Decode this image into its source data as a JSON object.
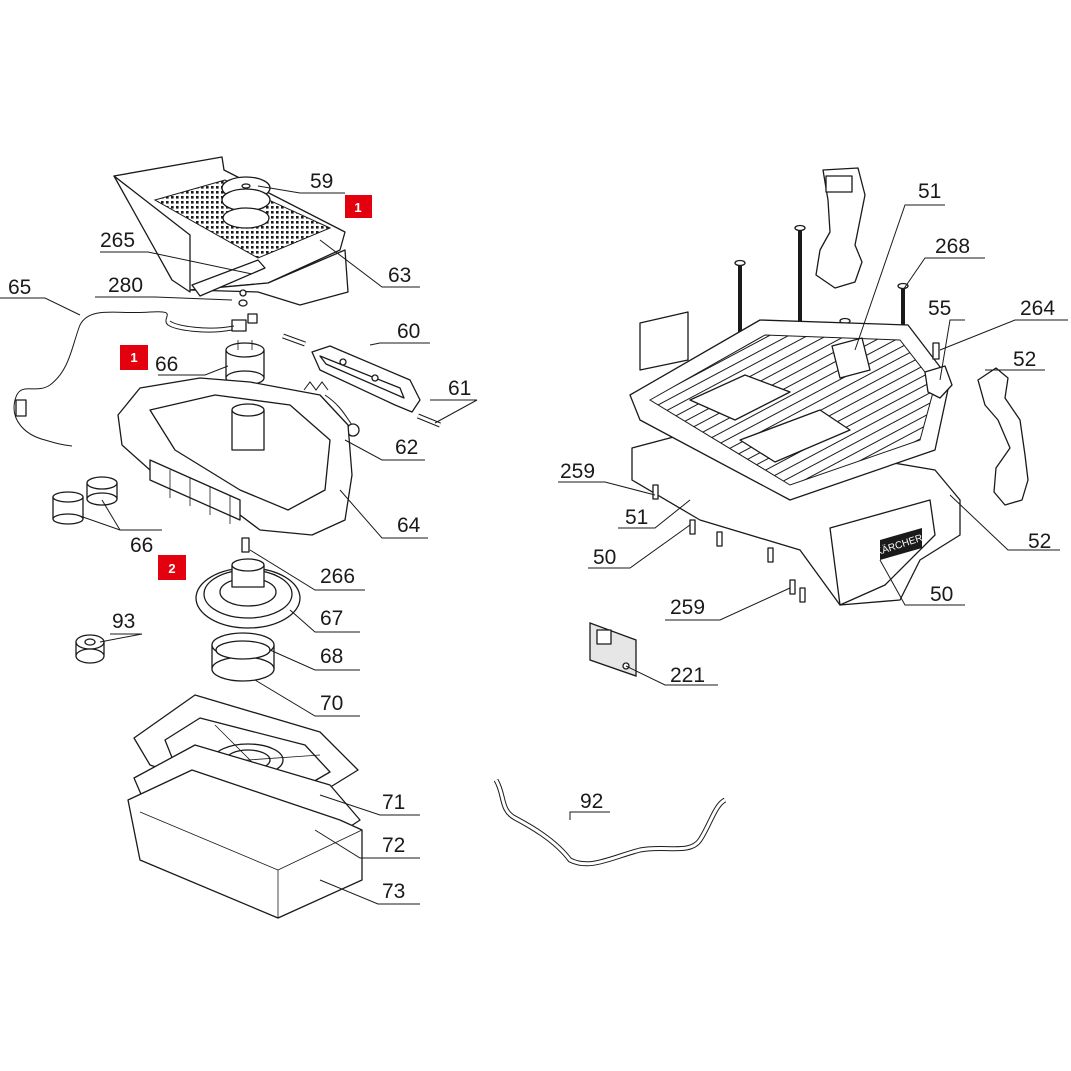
{
  "colors": {
    "line": "#1a1a1a",
    "marker": "#e3000f",
    "background": "#ffffff"
  },
  "markers": [
    "1",
    "1",
    "2"
  ],
  "labels": {
    "l59": "59",
    "l265": "265",
    "l63": "63",
    "l280": "280",
    "l65": "65",
    "l60": "60",
    "l66a": "66",
    "l61": "61",
    "l62": "62",
    "l64": "64",
    "l66b": "66",
    "l266": "266",
    "l67": "67",
    "l68": "68",
    "l93": "93",
    "l70": "70",
    "l71": "71",
    "l72": "72",
    "l73": "73",
    "l92": "92",
    "l51a": "51",
    "l268": "268",
    "l55": "55",
    "l264": "264",
    "l52a": "52",
    "l259a": "259",
    "l51b": "51",
    "l50a": "50",
    "l52b": "52",
    "l50b": "50",
    "l259b": "259",
    "l221": "221"
  },
  "logo_text": "KÄRCHER"
}
